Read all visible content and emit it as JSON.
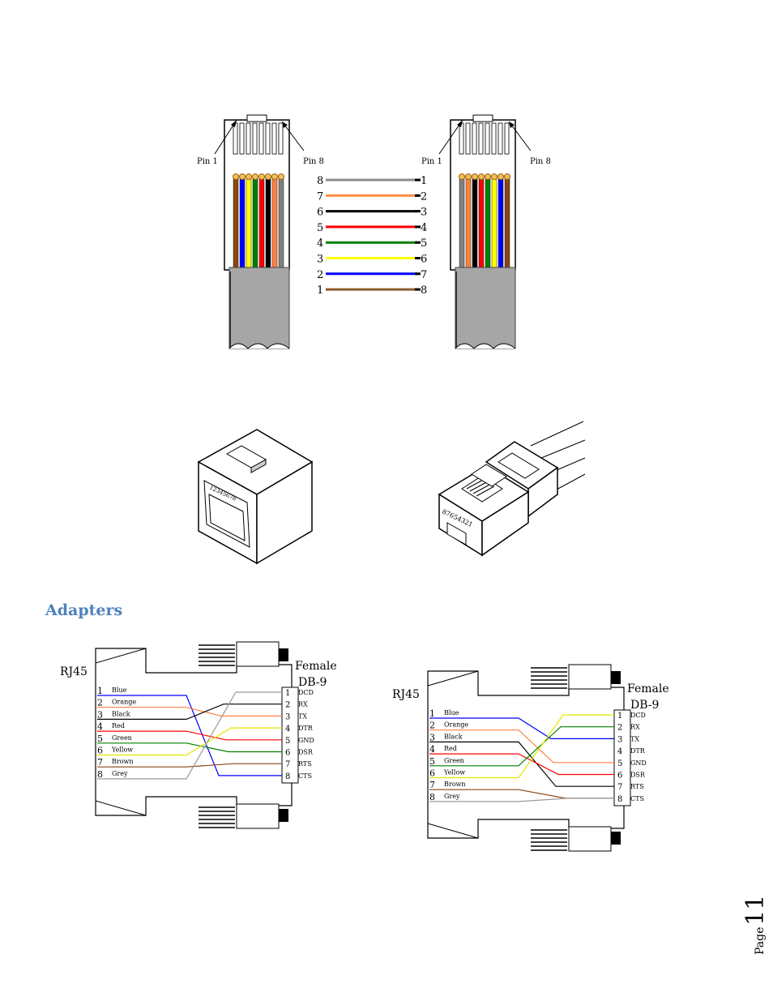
{
  "crossover": {
    "pin1_label": "Pin 1",
    "pin8_label": "Pin 8",
    "wires": [
      {
        "left": "8",
        "right": "1",
        "color": "#8c8c8c"
      },
      {
        "left": "7",
        "right": "2",
        "color": "#ff8c40"
      },
      {
        "left": "6",
        "right": "3",
        "color": "#000000"
      },
      {
        "left": "5",
        "right": "4",
        "color": "#ff0000"
      },
      {
        "left": "4",
        "right": "5",
        "color": "#008000"
      },
      {
        "left": "3",
        "right": "6",
        "color": "#ffff00"
      },
      {
        "left": "2",
        "right": "7",
        "color": "#0000ff"
      },
      {
        "left": "1",
        "right": "8",
        "color": "#8b5a2b"
      }
    ],
    "left_plug_colors": [
      "#8b4513",
      "#0000ff",
      "#ffff00",
      "#008000",
      "#ff0000",
      "#000000",
      "#ff8040",
      "#808080"
    ],
    "right_plug_colors": [
      "#808080",
      "#ff8040",
      "#000000",
      "#ff0000",
      "#008000",
      "#ffff00",
      "#0000ff",
      "#8b4513"
    ]
  },
  "plug_digits": "87654321",
  "jack_digits": "12345678",
  "section_heading": "Adapters",
  "adapters": {
    "rj45_label": "RJ45",
    "female_label": "Female",
    "db9_label": "DB-9",
    "rj45_pins": [
      {
        "num": "1",
        "name": "Blue",
        "color": "#0000ff"
      },
      {
        "num": "2",
        "name": "Orange",
        "color": "#ff8040"
      },
      {
        "num": "3",
        "name": "Black",
        "color": "#000000"
      },
      {
        "num": "4",
        "name": "Red",
        "color": "#ff0000"
      },
      {
        "num": "5",
        "name": "Green",
        "color": "#008000"
      },
      {
        "num": "6",
        "name": "Yellow",
        "color": "#e6e600"
      },
      {
        "num": "7",
        "name": "Brown",
        "color": "#8b4513"
      },
      {
        "num": "8",
        "name": "Grey",
        "color": "#999999"
      }
    ],
    "db9_pins": [
      {
        "num": "1",
        "name": "DCD"
      },
      {
        "num": "2",
        "name": "RX"
      },
      {
        "num": "3",
        "name": "TX"
      },
      {
        "num": "4",
        "name": "DTR"
      },
      {
        "num": "5",
        "name": "GND"
      },
      {
        "num": "6",
        "name": "DSR"
      },
      {
        "num": "7",
        "name": "RTS"
      },
      {
        "num": "8",
        "name": "CTS"
      }
    ],
    "left_map": [
      7,
      2,
      1,
      4,
      5,
      3,
      6,
      0
    ],
    "right_map": [
      2,
      4,
      6,
      5,
      1,
      0,
      7,
      7
    ]
  },
  "page": {
    "word": "Page",
    "number": "11"
  }
}
